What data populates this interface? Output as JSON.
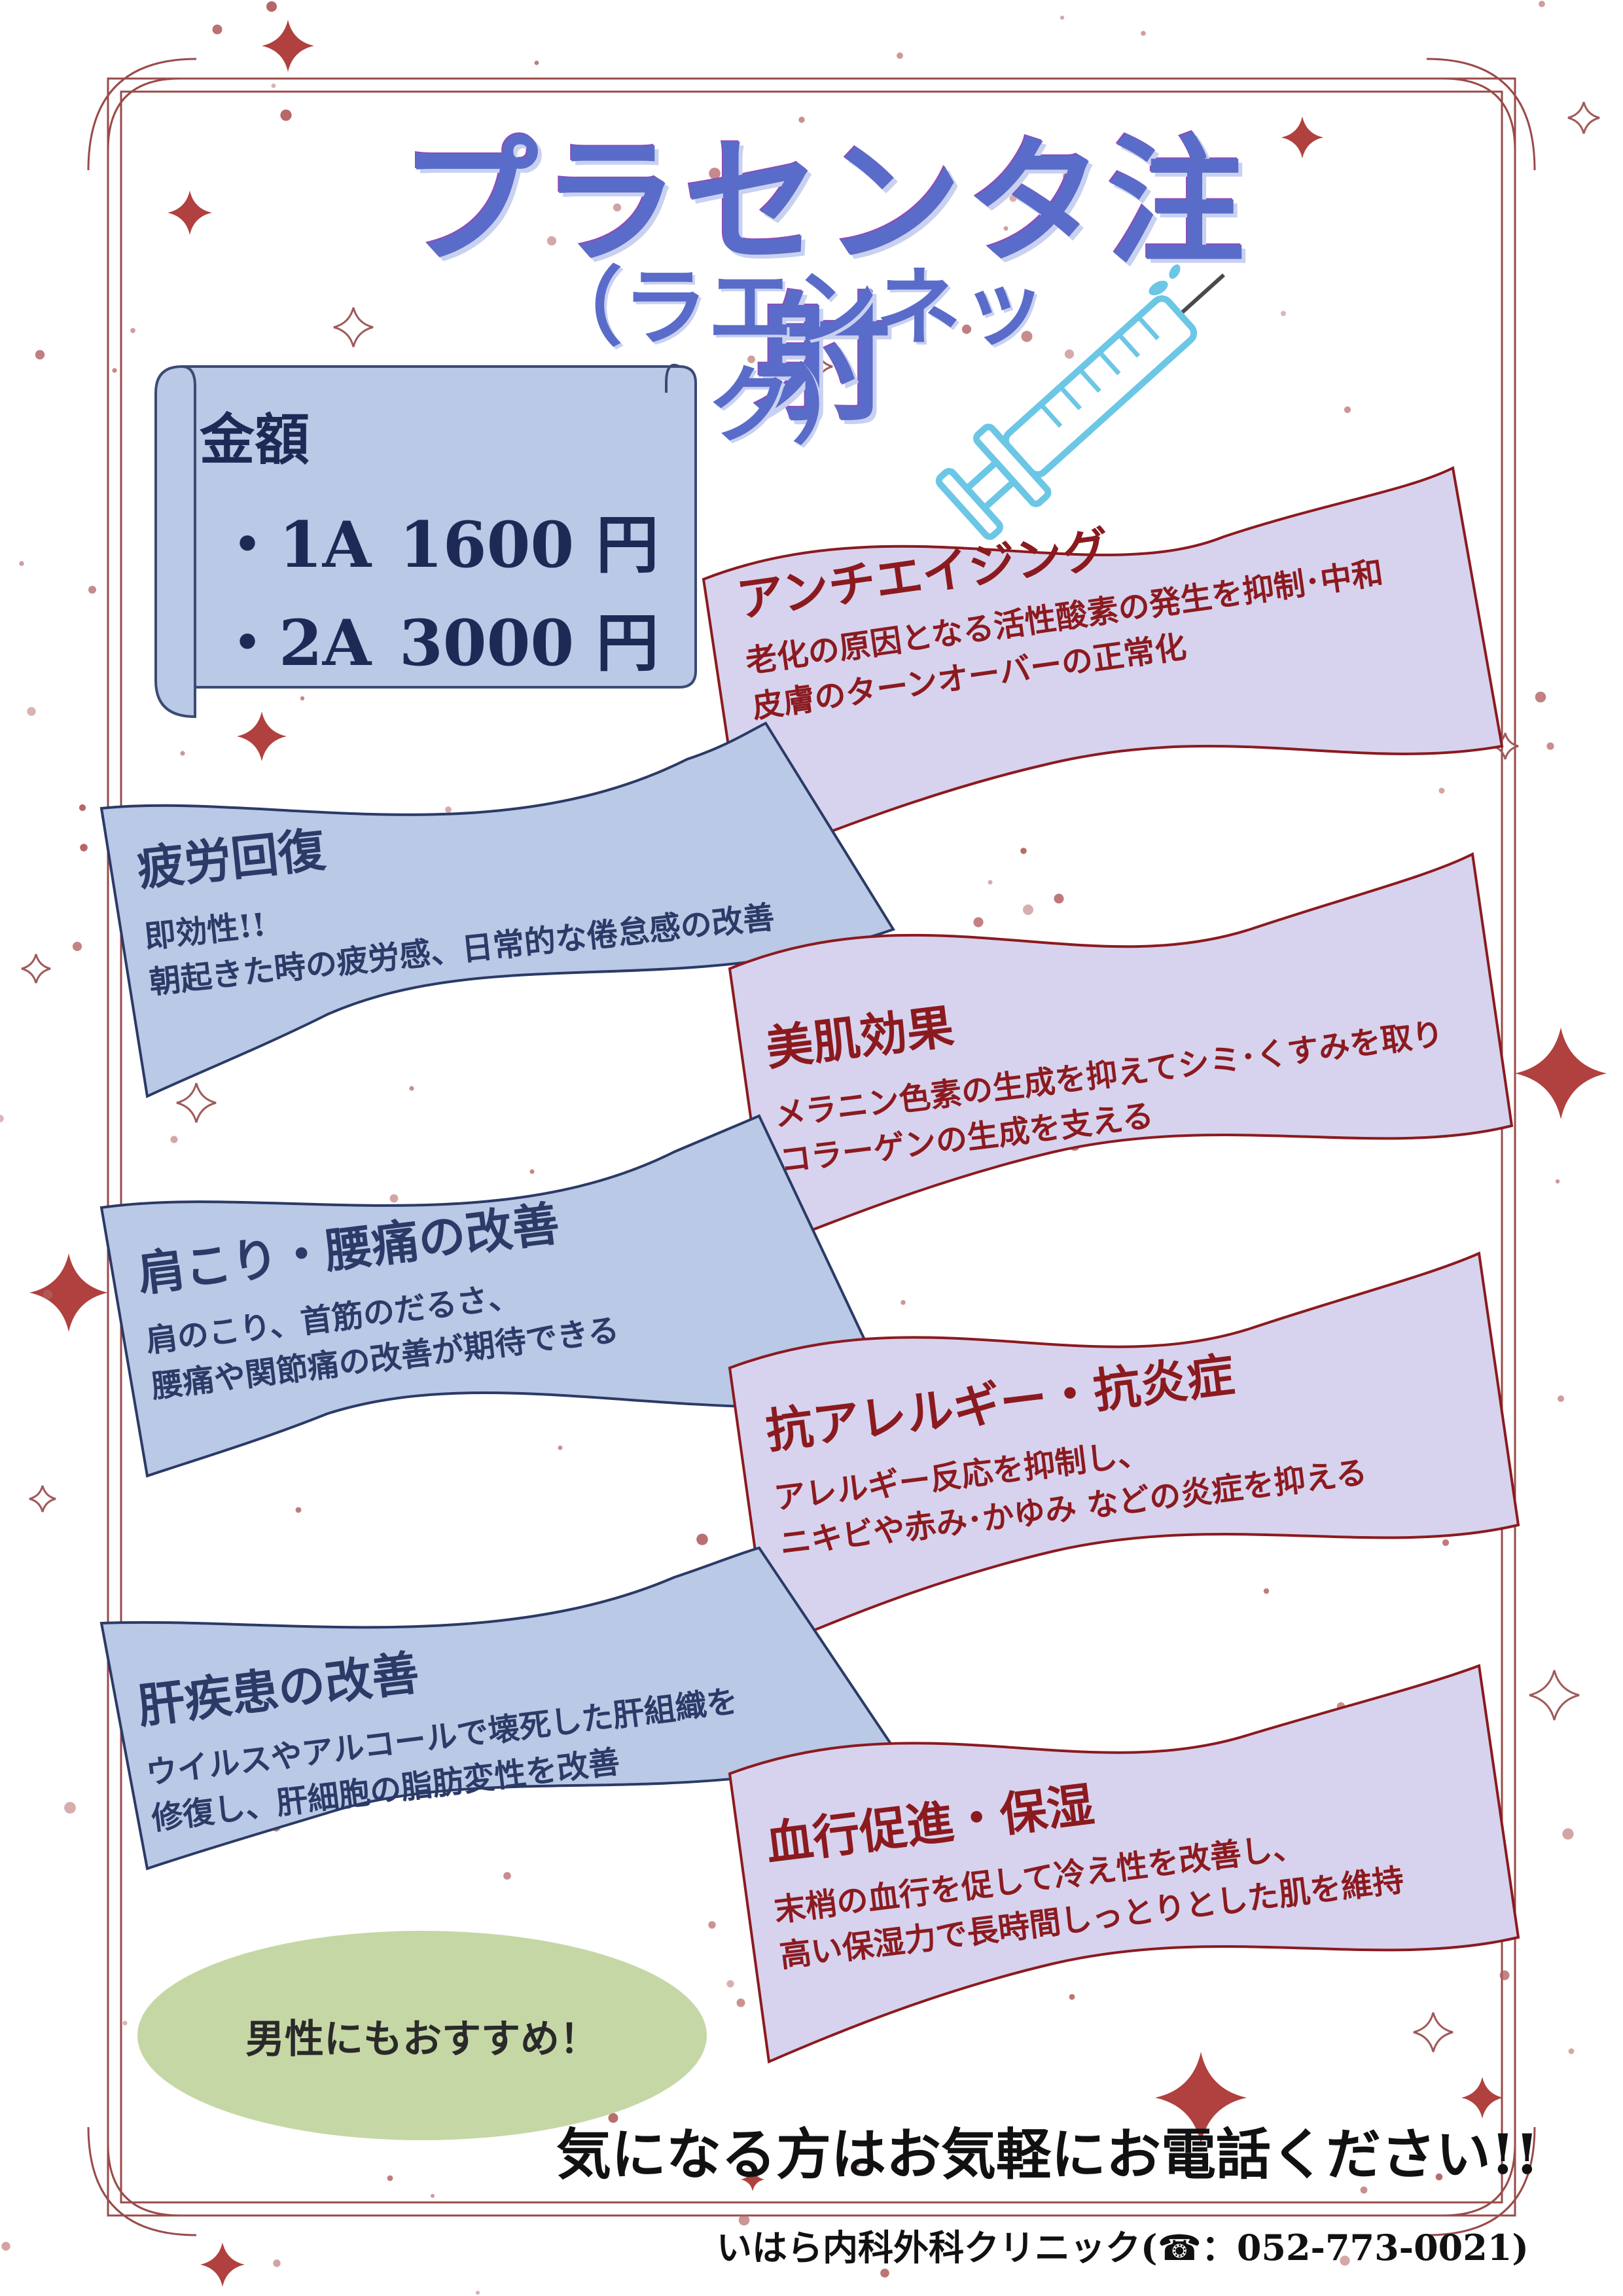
{
  "colors": {
    "frame": "#9a4a4a",
    "star": "#b0413e",
    "blue_banner": "#b9c9e6",
    "purple_banner": "#d7d3ee",
    "oval": "#c6d7a6",
    "title": "#5a6cc9",
    "syringe": "#6cc6e6"
  },
  "title": {
    "main": "プラセンタ注射",
    "sub": "（ラエンネック）"
  },
  "price": {
    "heading": "金額",
    "items": [
      {
        "label": "・1A",
        "value": "1600 円"
      },
      {
        "label": "・2A",
        "value": "3000 円"
      }
    ]
  },
  "benefits": [
    {
      "title": "アンチエイジング",
      "lines": [
        "老化の原因となる活性酸素の発生を抑制･中和",
        "皮膚のターンオーバーの正常化"
      ]
    },
    {
      "title": "疲労回復",
      "lines": [
        "即効性!!",
        "朝起きた時の疲労感、日常的な倦怠感の改善"
      ]
    },
    {
      "title": "美肌効果",
      "lines": [
        "メラニン色素の生成を抑えてシミ･くすみを取り",
        "コラーゲンの生成を支える"
      ]
    },
    {
      "title": "肩こり・腰痛の改善",
      "lines": [
        "肩のこり、首筋のだるさ、",
        "腰痛や関節痛の改善が期待できる"
      ]
    },
    {
      "title": "抗アレルギー・抗炎症",
      "lines": [
        "アレルギー反応を抑制し、",
        "ニキビや赤み･かゆみ などの炎症を抑える"
      ]
    },
    {
      "title": "肝疾患の改善",
      "lines": [
        "ウイルスやアルコールで壊死した肝組織を",
        "修復し、肝細胞の脂肪変性を改善"
      ]
    },
    {
      "title": "血行促進・保湿",
      "lines": [
        "末梢の血行を促して冷え性を改善し、",
        "高い保湿力で長時間しっとりとした肌を維持"
      ]
    }
  ],
  "recommend": "男性にもおすすめ！",
  "call_to_action": "気になる方はお気軽にお電話ください!!",
  "clinic": {
    "name": "いはら内科外科クリニック",
    "phone_prefix": "(",
    "phone_icon": "☎",
    "phone_colon": "：",
    "phone": "052-773-0021",
    "phone_suffix": ")"
  }
}
